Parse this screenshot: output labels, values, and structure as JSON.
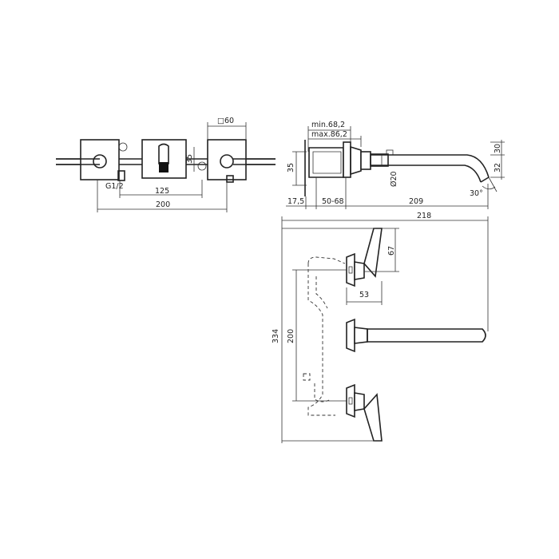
{
  "front_view": {
    "dim_square": "□60",
    "dim_35": "35",
    "dim_g12": "G1/2",
    "dim_125": "125",
    "dim_200": "200"
  },
  "side_view": {
    "dim_min": "min.68,2",
    "dim_max": "max.86,2",
    "dim_35": "35",
    "dim_17_5": "17,5",
    "dim_50_68": "50-68",
    "dim_209": "209",
    "dim_d20": "Ø20",
    "dim_30_top": "30",
    "dim_32": "32",
    "dim_30_angle": "30°"
  },
  "top_view": {
    "dim_218": "218",
    "dim_67": "67",
    "dim_53": "53",
    "dim_334": "334",
    "dim_200": "200"
  }
}
